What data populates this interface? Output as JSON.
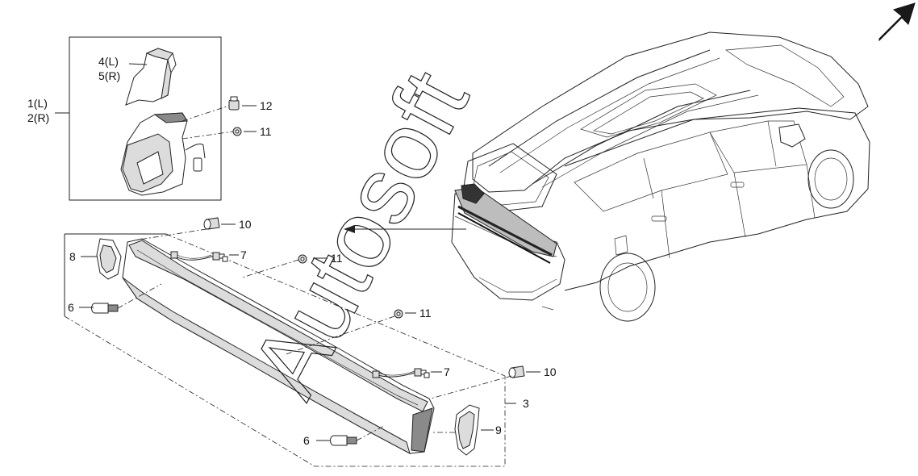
{
  "labels": {
    "part_1_2": [
      "1(L)",
      "2(R)"
    ],
    "part_4_5": [
      "4(L)",
      "5(R)"
    ],
    "part_12": "12",
    "part_11_top": "11",
    "part_10_left": "10",
    "part_7_left": "7",
    "part_8": "8",
    "part_11_mid": "11",
    "part_6_left": "6",
    "part_11_lower": "11",
    "part_7_right": "7",
    "part_10_right": "10",
    "part_3": "3",
    "part_9": "9",
    "part_6_right": "6"
  },
  "watermark": "Autosoft",
  "icons": {
    "orientation_arrow": "front-direction-arrow-icon"
  }
}
